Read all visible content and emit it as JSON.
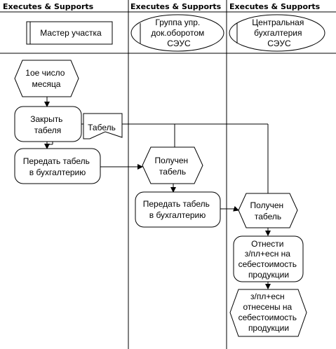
{
  "lanes": [
    {
      "header": "Executes & Supports",
      "role": [
        "Мастер участка"
      ]
    },
    {
      "header": "Executes & Supports",
      "role": [
        "Группа упр.",
        "док.оборотом",
        "СЭУС"
      ]
    },
    {
      "header": "Executes & Supports",
      "role": [
        "Центральная",
        "бухгалтерия",
        "СЭУС"
      ]
    }
  ],
  "nodes": {
    "event_first_day": [
      "1ое число",
      "месяца"
    ],
    "close_timesheet": [
      "Закрыть",
      "табеля"
    ],
    "timesheet_doc": [
      "Табель"
    ],
    "transfer_timesheet_1": [
      "Передать табель",
      "в бухгалтерию"
    ],
    "received_1": [
      "Получен",
      "табель"
    ],
    "transfer_timesheet_2": [
      "Передать табель",
      "в бухгалтерию"
    ],
    "received_2": [
      "Получен",
      "табель"
    ],
    "assign_costs": [
      "Отнести",
      "з/пл+есн на",
      "себестоимость",
      "продукции"
    ],
    "costs_assigned": [
      "з/пл+есн",
      "отнесены на",
      "себестоимость",
      "продукции"
    ]
  },
  "colors": {
    "line": "#000000",
    "background": "#ffffff"
  }
}
